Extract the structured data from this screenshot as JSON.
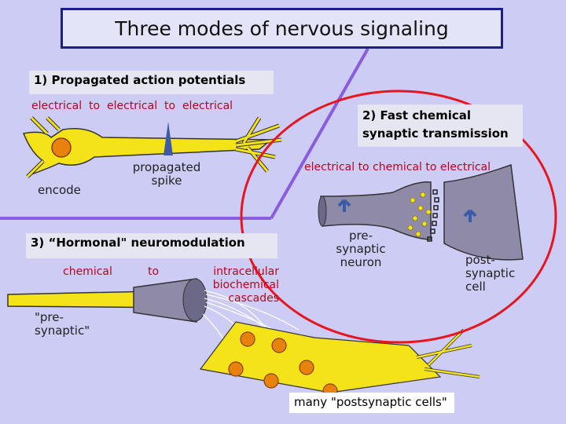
{
  "title": "Three modes of nervous signaling",
  "mode1": {
    "heading": "1) Propagated action potentials",
    "flow": "electrical  to  electrical  to  electrical",
    "encode": "encode",
    "spike_line1": "propagated",
    "spike_line2": "spike"
  },
  "mode2": {
    "heading_line1": "2) Fast chemical",
    "heading_line2": "synaptic transmission",
    "flow": "electrical to chemical to electrical",
    "pre_line1": "pre-",
    "pre_line2": "synaptic",
    "pre_line3": "neuron",
    "post_line1": "post-",
    "post_line2": "synaptic",
    "post_line3": "cell"
  },
  "mode3": {
    "heading": "3) “Hormonal\" neuromodulation",
    "chemical": "chemical",
    "to": "to",
    "ic_line1": "intracellular",
    "ic_line2": "biochemical",
    "ic_line3": "cascades",
    "pre_line1": "\"pre-",
    "pre_line2": "synaptic\"",
    "many": "many \"postsynaptic cells\""
  },
  "colors": {
    "background": "#ccccf5",
    "title_border": "#1a1f8a",
    "highlight_ellipse": "#e8141e",
    "divider": "#8a5ce0",
    "neuron_fill": "#f5e31a",
    "nucleus": "#e8820c",
    "terminal_grey": "#8e8aa8",
    "spike_blue": "#3c5aa8",
    "flow_text": "#b8061a"
  }
}
